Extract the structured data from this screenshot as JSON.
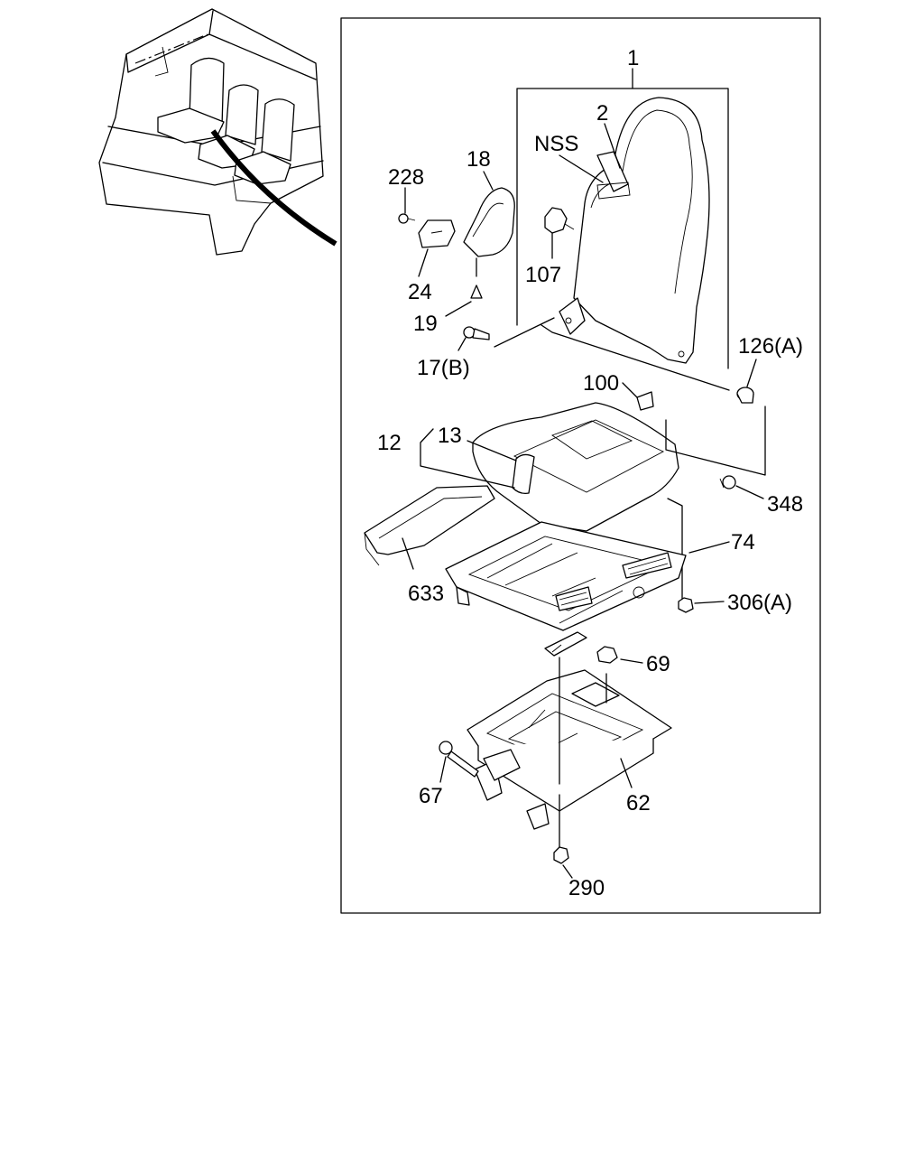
{
  "diagram": {
    "callouts": [
      {
        "id": "c1",
        "text": "1"
      },
      {
        "id": "c2",
        "text": "2"
      },
      {
        "id": "cnss",
        "text": "NSS"
      },
      {
        "id": "c107",
        "text": "107"
      },
      {
        "id": "c18",
        "text": "18"
      },
      {
        "id": "c228",
        "text": "228"
      },
      {
        "id": "c24",
        "text": "24"
      },
      {
        "id": "c19",
        "text": "19"
      },
      {
        "id": "c17b",
        "text": "17(B)"
      },
      {
        "id": "c126",
        "text": "126(A)"
      },
      {
        "id": "c100",
        "text": "100"
      },
      {
        "id": "c12",
        "text": "12"
      },
      {
        "id": "c13",
        "text": "13"
      },
      {
        "id": "c348",
        "text": "348"
      },
      {
        "id": "c74",
        "text": "74"
      },
      {
        "id": "c633",
        "text": "633"
      },
      {
        "id": "c306",
        "text": "306(A)"
      },
      {
        "id": "c69",
        "text": "69"
      },
      {
        "id": "c67",
        "text": "67"
      },
      {
        "id": "c62",
        "text": "62"
      },
      {
        "id": "c290",
        "text": "290"
      }
    ]
  }
}
